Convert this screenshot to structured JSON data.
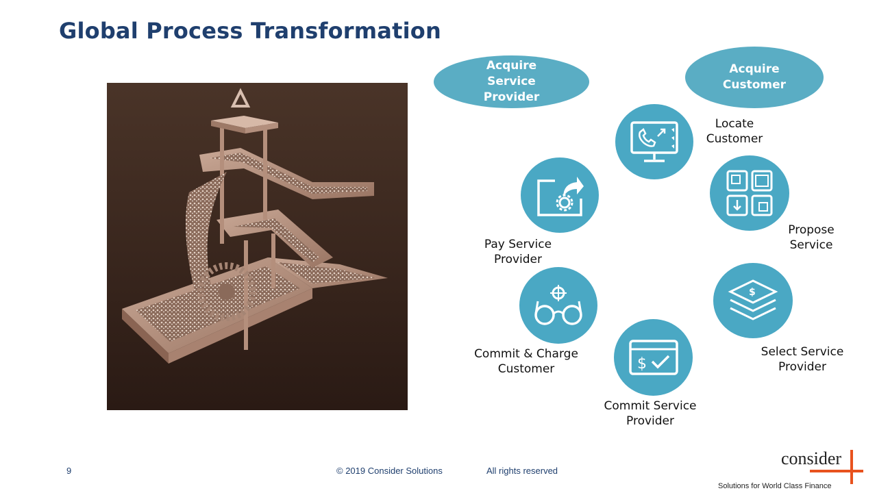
{
  "slide": {
    "title": "Global Process Transformation",
    "page_number": "9",
    "copyright": "© 2019 Consider Solutions",
    "rights": "All rights reserved"
  },
  "brand": {
    "logo_text": "consider",
    "tagline": "Solutions for World Class Finance",
    "accent": "#e8521e"
  },
  "colors": {
    "title": "#1f3f6e",
    "ellipse": "#5aadc4",
    "circle": "#4aa8c4"
  },
  "headers": {
    "acquire_service_provider": "Acquire Service Provider",
    "acquire_customer": "Acquire Customer"
  },
  "steps": {
    "locate_customer": {
      "label": "Locate Customer",
      "icon": "monitor-phone-icon"
    },
    "propose_service": {
      "label": "Propose Service",
      "icon": "layout-grid-icon"
    },
    "select_service_provider": {
      "label": "Select Service Provider",
      "icon": "layers-icon"
    },
    "commit_service_provider": {
      "label": "Commit Service Provider",
      "icon": "payment-card-icon"
    },
    "commit_charge_customer": {
      "label": "Commit & Charge Customer",
      "icon": "glasses-target-icon"
    },
    "pay_service_provider": {
      "label": "Pay Service Provider",
      "icon": "share-gear-icon"
    }
  }
}
